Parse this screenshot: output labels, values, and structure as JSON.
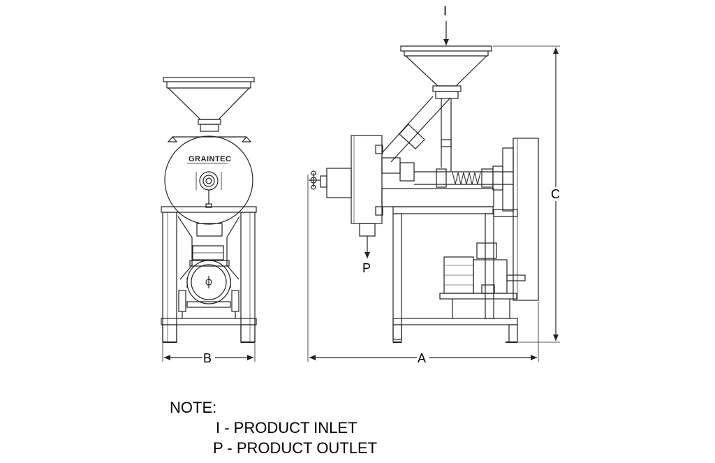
{
  "labels": {
    "inlet_marker": "I",
    "outlet_marker": "P",
    "dim_a": "A",
    "dim_b": "B",
    "dim_c": "C",
    "brand": "GRAINTEC"
  },
  "note": {
    "title": "NOTE:",
    "lines": [
      "I - PRODUCT INLET",
      "P - PRODUCT OUTLET"
    ]
  }
}
